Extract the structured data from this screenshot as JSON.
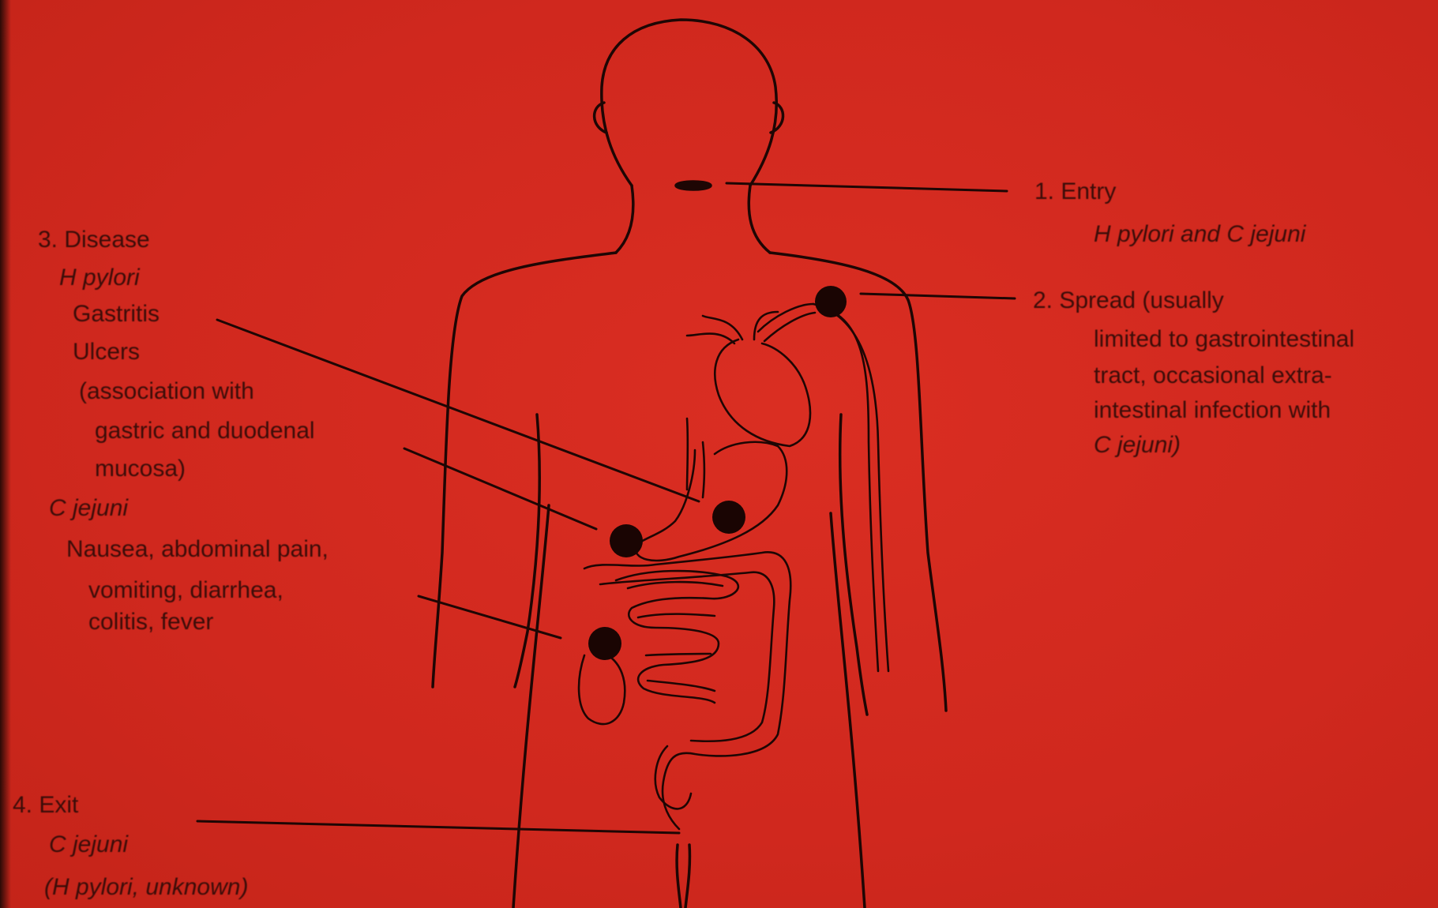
{
  "entry": {
    "heading": "1. Entry",
    "organisms": "H pylori and C jejuni"
  },
  "spread": {
    "heading": "2. Spread (usually",
    "lines": [
      "limited to gastrointestinal",
      "tract, occasional extra-",
      "intestinal infection with"
    ],
    "organism": "C jejuni)"
  },
  "disease": {
    "heading": "3. Disease",
    "h_pylori": {
      "name": "H pylori",
      "conditions": [
        "Gastritis",
        "Ulcers"
      ],
      "note_lines": [
        "(association with",
        "gastric and duodenal",
        "mucosa)"
      ]
    },
    "c_jejuni": {
      "name": "C jejuni",
      "symptom_lines": [
        "Nausea, abdominal pain,",
        "vomiting, diarrhea,",
        "colitis, fever"
      ]
    }
  },
  "exit": {
    "heading": "4. Exit",
    "organism": "C jejuni",
    "note": "(H pylori, unknown)"
  }
}
